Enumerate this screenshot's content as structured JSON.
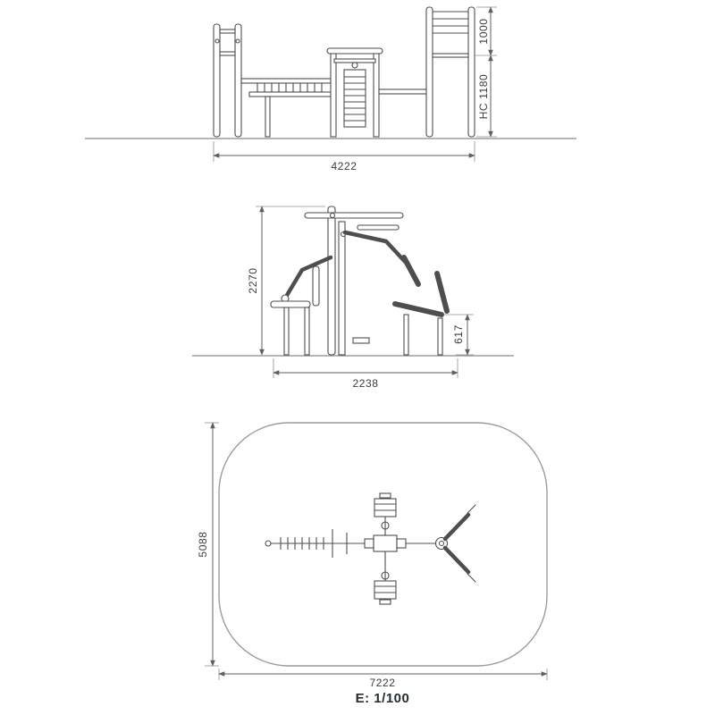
{
  "colors": {
    "equipment_line": "#4e4e4e",
    "dimension_line": "#5f5f5f",
    "safety_area_outline": "#9c9c9c",
    "dimension_text": "#3c3c3c",
    "scale_text": "#222c33"
  },
  "front_view": {
    "width_dim": "4222",
    "top_height_dim": "1000",
    "hc_height_dim": "HC 1180"
  },
  "side_view": {
    "height_dim": "2270",
    "width_dim": "2238",
    "seat_height_dim": "617"
  },
  "plan_view": {
    "depth_dim": "5088",
    "width_dim": "7222"
  },
  "scale_label": "E: 1/100"
}
